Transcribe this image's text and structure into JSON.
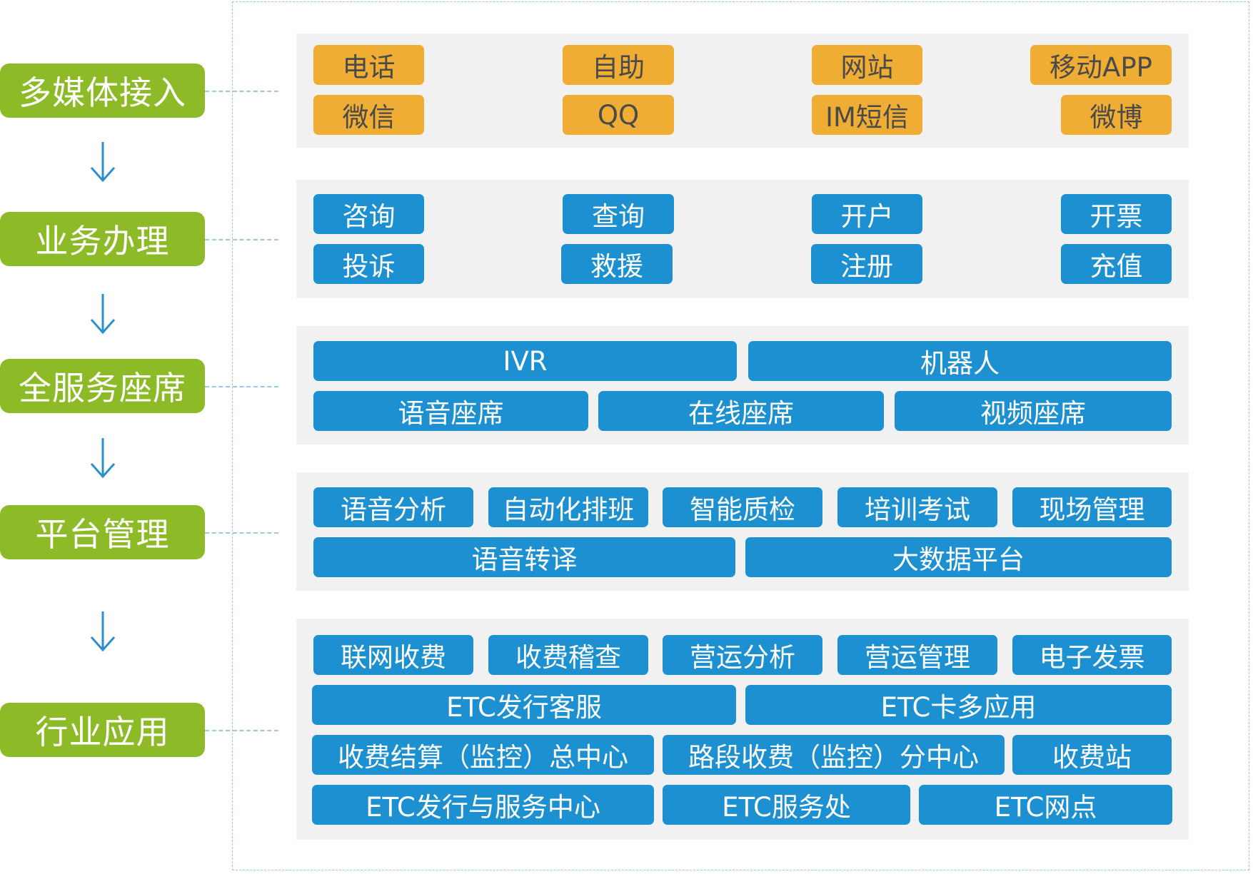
{
  "layers": [
    {
      "label": "多媒体接入",
      "rows": [
        [
          "电话",
          "自助",
          "网站",
          "移动APP"
        ],
        [
          "微信",
          "QQ",
          "IM短信",
          "微博"
        ]
      ]
    },
    {
      "label": "业务办理",
      "rows": [
        [
          "咨询",
          "查询",
          "开户",
          "开票"
        ],
        [
          "投诉",
          "救援",
          "注册",
          "充值"
        ]
      ]
    },
    {
      "label": "全服务座席",
      "rows": [
        [
          "IVR",
          "机器人"
        ],
        [
          "语音座席",
          "在线座席",
          "视频座席"
        ]
      ]
    },
    {
      "label": "平台管理",
      "rows": [
        [
          "语音分析",
          "自动化排班",
          "智能质检",
          "培训考试",
          "现场管理"
        ],
        [
          "语音转译",
          "大数据平台"
        ]
      ]
    },
    {
      "label": "行业应用",
      "rows": [
        [
          "联网收费",
          "收费稽查",
          "营运分析",
          "营运管理",
          "电子发票"
        ],
        [
          "ETC发行客服",
          "ETC卡多应用"
        ],
        [
          "收费结算（监控）总中心",
          "路段收费（监控）分中心",
          "收费站"
        ],
        [
          "ETC发行与服务中心",
          "ETC服务处",
          "ETC网点"
        ]
      ]
    }
  ],
  "colors": {
    "label_green": "#8dbb27",
    "access_orange": "#f0ad33",
    "service_blue": "#1c90d1",
    "panel_gray": "#f1f1f1",
    "arrow_blue": "#2b8fd0"
  },
  "icons": {
    "flow_arrow": "arrow-down-icon"
  }
}
